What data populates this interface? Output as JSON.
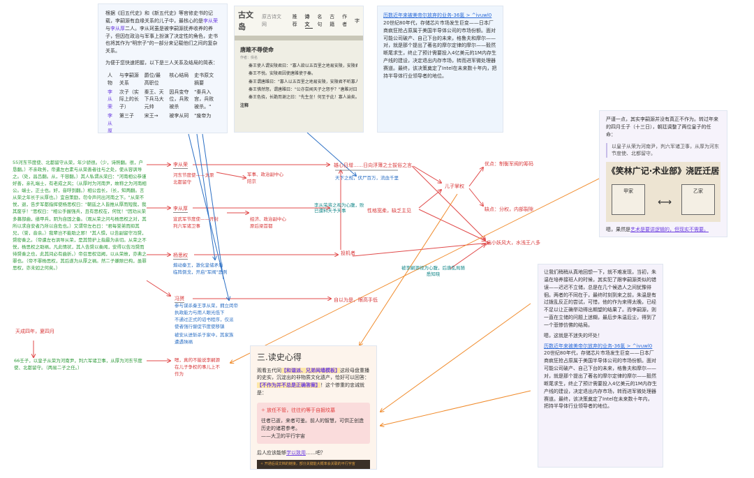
{
  "card_history": {
    "intro_pre": "根据《旧五代史》和《新五代史》等官修史书的记载，李嗣源有血缘关系的儿子中，最核心的是",
    "name1": "李从荣",
    "and": "与",
    "name2": "李从厚",
    "intro_post": "二人。李从珂虽是被李嗣源抚养收养的养子，但因在政治与军事上扮演了决定性的角色，史书也将其作为\"明宗子\"的一部分来记载他们之间的复杂关系。",
    "lead": "为便于您快速把握，以下是三人关系及结局的简表：",
    "headers": [
      "人物",
      "与李嗣源关系",
      "爵位/最高职位",
      "核心结局",
      "史书原文摘要"
    ],
    "rows": [
      [
        "李从荣",
        "次子（实际上的长子）",
        "秦王、天下兵马大元帅",
        "因兵变夺位，兵败被杀",
        "\"秦兵入宫，兵败被杀。\""
      ],
      [
        "李从厚",
        "第三子",
        "宋王→",
        "被李从珂",
        "\"废帝为"
      ]
    ]
  },
  "card_guwendao": {
    "logo": "古文岛",
    "subtitle": "原古诗文网",
    "nav": [
      "推荐",
      "诗文",
      "名句",
      "古籍",
      "作者",
      "字"
    ],
    "title": "唐雎不辱使命",
    "author": "作者：佚名",
    "paragraphs": [
      "秦王使人谓安陵君曰：\"寡人欲以五百里之地易安陵，安陵君其许寡人！\"安陵君曰：\"大王加惠，以大易小，甚善；虽然，受地于先王，愿终守之，弗敢易！\"",
      "秦王不悦。安陵君因使唐雎使于秦。",
      "秦王谓唐雎曰：\"寡人以五百里之地易安陵，安陵君不听寡人，何也？\"",
      "秦王怫然怒，谓唐雎曰：\"公亦尝闻天子之怒乎？\"唐雎对曰：\"臣未尝闻也。\"",
      "秦王色挠，长跪而谢之曰：\"先生坐！何至于此！寡人谕矣。\""
    ],
    "notes": "注释"
  },
  "card_intel_1": {
    "link": "历数近年来被美帝尔放弃的业务-36氪 > ^ivuwl0",
    "body": "20世纪80年代，存储芯片市场发生巨变——日本厂商疯狂抢占原属于美国半导体公司的市场份额。面对可能公司破产、自己下台的未来，格鲁夫和摩尔——对，就是那个提出了著名的摩尔定律的摩尔——毅然断尾求生，终止了预计需要投入4亿美元的1M内存生产线的建设，决定退出内存市场，转而进军微处理器赛道。最终，该决策奠定了Intel在未来数十年内，把持半导体行业领导者的地位。"
  },
  "card_residence": {
    "text": "严谨一点，其实李嗣源并没有真正不作为。转过年来的四月壬子（十三日），朝廷调整了两位皇子的任命：",
    "quote": "以皇子从荣为河南尹，判六军诸卫事，从厚为河东节度使、北都留守。",
    "image_title": "《笑林广记·术业部》浇匠迁居",
    "image_sign_left": "甲家",
    "image_sign_right": "乙家",
    "footer_pre": "嗯，果然是",
    "footer_highlight": "艺术是要讲逻辑的，但现实不需要。"
  },
  "card_review": {
    "text": "让我们稍稍从真地回想一下，就不难发现，当初，朱温在培养接班人的时候，其实犯了跟李嗣源类似的错误——迟迟不立储，总是在几个候选人之间犹豫徘徊。两者的不同在于，最终时刻到来之前，朱温是有过拨乱反正的尝试，可惜，他的作为来得太晚，已经不足以让正确举动得出期望的结果了。而李嗣源，则一直在立储的问题上迷糊，最后步朱温后尘，得到了一个悲惨仿佛的结局。",
    "closing": "嗯，这就是不迷失的坏处！",
    "link": "历数近年来被美帝尔放弃的业务-36氪 > ^ivuwl0",
    "body": "20世纪80年代，存储芯片市场发生巨变——日本厂商疯狂抢占原属于美国半导体公司的市场份额。面对可能公司破产、自己下台的未来，格鲁夫和摩尔——对，就是那个提出了著名的摩尔定律的摩尔——毅然断尾求生，终止了预计需要投入4亿美元的1M内存生产线的建设，决定退出内存市场，转而进军微处理器赛道。最终，该决策奠定了Intel在未来数十年内，把持半导体行业领导者的地位。"
  },
  "card_reflection": {
    "title": "三.读史心得",
    "p1_pre": "观看五代同",
    "p1_hl": "【和谐派、兄弟阋墙模板】",
    "p1_mid": "这段母盘重播的史实，沉淀出的非物质文化遗产，恰好可以回答：",
    "p1_hl2": "【不作为并不总是正确答案】",
    "p1_post": "！这个惨重的忠诫就是：",
    "tip_title": "✧ 放任不管，往往约等于自掘坟墓",
    "tip_body": "往者已逝，来者可鉴。前人的智慧，可供正创造历史的诸君参考。",
    "tip_sign": "——大卫的平行宇宙",
    "end_pre": "后人应该能够",
    "end_link": "学以致用",
    "end_post": "……吧？",
    "banner": "✧ 开通后请文档的链接，部分关键能大概率会关联的平行宇宙"
  },
  "green_text": {
    "main": "55河东节度使、北都留守从荣，年少骄很。（少，诗照翻。很，户恳翻。）不亲政务，帝遣左右素与从荣善者往与之处，使从容讽导之。（处，昌吕翻。从，千容翻。）其人私谓从荣曰：\"河南相公恭谨好善，亲礼端士，有老成之风；（从厚时为河南尹，故称之为河南相公。端士，正士也。好，音呼到翻。）相公齿长，（长，知两翻。言从荣之年长于从厚也。）宜自策励，勿令声问出河南之下。\"从荣不悦，退，告步军都指挥使杨思权曰：\"朝廷之人皆推从厚而短我，我其废乎！\"思权曰：\"相公手握强兵，且有思权在，何忧！\"因劝从荣多募部曲，缮甲兵，阴为自固之备。（观从荣之问与杨思权之对，其所以求自安者乃所以自危也。）又谓帝左右曰：\"君每誉弟而抑其兄，（誉，音余。）我辈岂不能助之邪！\"其人惧，以告副留守冯赟，赟密奏之。（帝遣左右讽导从荣，是其赞护上指最为亲切。从荣之不悦，杨思权之助祸，凡此情状，其人告赟以奏闻，安得以告冯赟而待赟奏之也，此其间必有曲折。）帝召思权诣阙，以从荣故，亦弗之罪也。（帝不罪杨思权，其后遂为从厚之祸。然二子嫌隙已构，虽罪思权，亦未如之何矣。）",
    "date": "天成四年，夏四月",
    "bottom": "66壬子，以皇子从荣为河南尹，判六军诸卫事，从厚为河东节度使、北都留守。（两易二子之任。）"
  },
  "nodes": {
    "li_congrong": "李从荣",
    "li_congrong_sub": "河东节度使——太原\n北都留守",
    "taiyuan_note": "军事、政治副中心\n陪京",
    "li_conghou": "李从厚",
    "li_conghou_sub": "宣武军节度使——开封\n判六军诸卫事",
    "kaifeng_note": "经济、政治副中心\n原后梁首都",
    "yang_siquan": "杨思权",
    "yang_siquan_sub": "煽动秦王，激化皇储矛盾\n临阵倒戈，开启\"军阀\"恶例",
    "feng_yun": "冯赟",
    "feng_yun_sub1": "参与谋杀秦王李从荣，拥立闵帝\n执政能力与用人眼光低下",
    "feng_yun_sub2": "不通过正式的诏书程序，仅派\n使者强行督促节度使移镇",
    "feng_yun_sub3": "被安从进斩杀于家中，其家族\n遭遇殃祸",
    "ambition": "雄心日增……日向浮薄之士拔俗之言",
    "ambition_sub": "天下之规，伏尸百万，流血千里",
    "confidant": "李从荣将之视为心腹，败\n已遭料天予天事",
    "personality": "性格宽柔，缺乏主见",
    "opportunist": "投机者",
    "sons_power": "儿子掌权",
    "pro": "优点：制衡军阀的筹码",
    "con": "缺点：分权，内部裂隙",
    "small_temple": "庙小妖风大，水浅王八多",
    "trusted": "被李嗣源视为心腹，后唐乱局随\n悉知晓",
    "arrogant": "自以为是，眼高手低",
    "regret": "嗯，真的不能说李嗣源\n在儿子争权的事儿上不\n作为"
  }
}
